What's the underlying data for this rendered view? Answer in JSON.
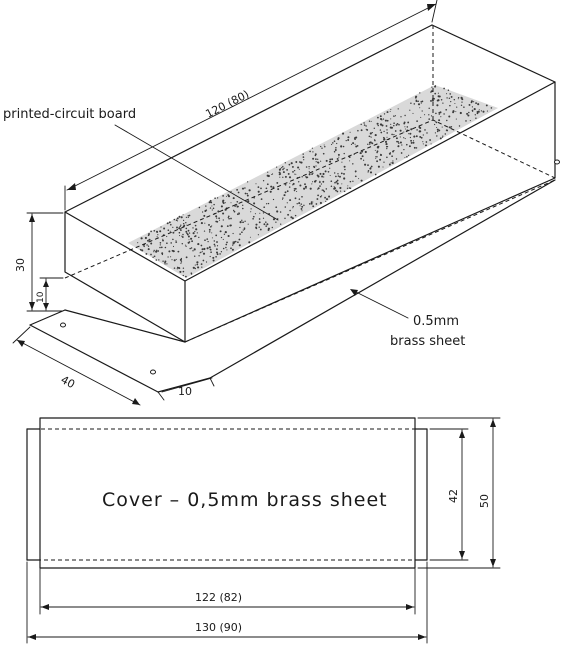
{
  "labels": {
    "pcb": "printed-circuit board",
    "sheet_line1": "0.5mm",
    "sheet_line2": "brass sheet",
    "cover": "Cover – 0,5mm brass sheet"
  },
  "dimensions": {
    "box_length": "120 (80)",
    "box_height": "30",
    "box_low_height": "10",
    "box_width": "40",
    "flange": "10",
    "cover_inner_height": "42",
    "cover_outer_height": "50",
    "cover_inner_length": "122 (82)",
    "cover_outer_length": "130 (90)"
  }
}
